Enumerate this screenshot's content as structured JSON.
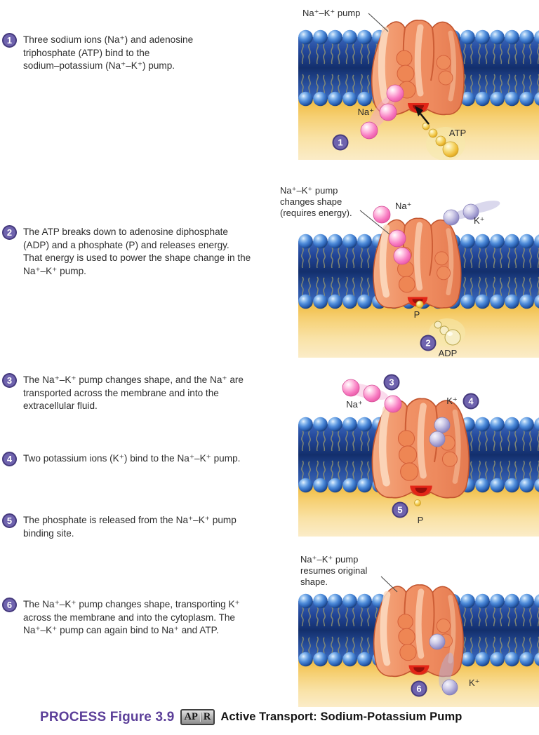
{
  "steps": [
    {
      "num": "1",
      "lines": [
        "Three sodium ions (Na⁺) and adenosine",
        "triphosphate (ATP) bind to the",
        "sodium–potassium (Na⁺–K⁺) pump."
      ]
    },
    {
      "num": "2",
      "lines": [
        "The ATP breaks down to adenosine diphosphate",
        "(ADP) and a phosphate (P) and releases energy.",
        "That energy is used to power the shape change in the",
        "Na⁺–K⁺ pump."
      ]
    },
    {
      "num": "3",
      "lines": [
        "The Na⁺–K⁺ pump changes shape, and the Na⁺ are",
        "transported across the membrane and into the",
        "extracellular fluid."
      ]
    },
    {
      "num": "4",
      "lines": [
        "Two potassium ions (K⁺) bind to the Na⁺–K⁺ pump."
      ]
    },
    {
      "num": "5",
      "lines": [
        "The phosphate is released from the Na⁺–K⁺ pump",
        "binding site."
      ]
    },
    {
      "num": "6",
      "lines": [
        "The Na⁺–K⁺ pump changes shape, transporting K⁺",
        "across the membrane and into the cytoplasm. The",
        "Na⁺–K⁺ pump can again bind to Na⁺ and ATP."
      ]
    }
  ],
  "panels": [
    {
      "pump_label_lines": [
        "Na⁺–K⁺ pump"
      ],
      "labels": {
        "na": "Na⁺",
        "atp": "ATP"
      },
      "badges": {
        "step": "1"
      }
    },
    {
      "pump_label_lines": [
        "Na⁺–K⁺ pump",
        "changes shape",
        "(requires energy)."
      ],
      "labels": {
        "na": "Na⁺",
        "k": "K⁺",
        "p": "P",
        "adp": "ADP"
      },
      "badges": {
        "step": "2"
      }
    },
    {
      "labels": {
        "na": "Na⁺",
        "k": "K⁺",
        "p": "P"
      },
      "badges": {
        "na": "3",
        "k": "4",
        "p": "5"
      }
    },
    {
      "pump_label_lines": [
        "Na⁺–K⁺ pump",
        "resumes original",
        "shape."
      ],
      "labels": {
        "k": "K⁺"
      },
      "badges": {
        "step": "6"
      }
    }
  ],
  "caption": {
    "process": "PROCESS Figure 3.9",
    "apr_left": "AP",
    "apr_right": "R",
    "title": "Active Transport: Sodium-Potassium Pump"
  },
  "colors": {
    "badge_purple": "#6f63ae",
    "caption_purple": "#5c3f99",
    "membrane_blue": "#2b55a8",
    "pump_salmon": "#ef9468",
    "na_pink": "#f277c0",
    "k_lavender": "#a9a5d8",
    "atp_gold": "#e8b62c",
    "cytoplasm_yellow": "#f6cd68",
    "binding_site_red": "#e32617"
  }
}
